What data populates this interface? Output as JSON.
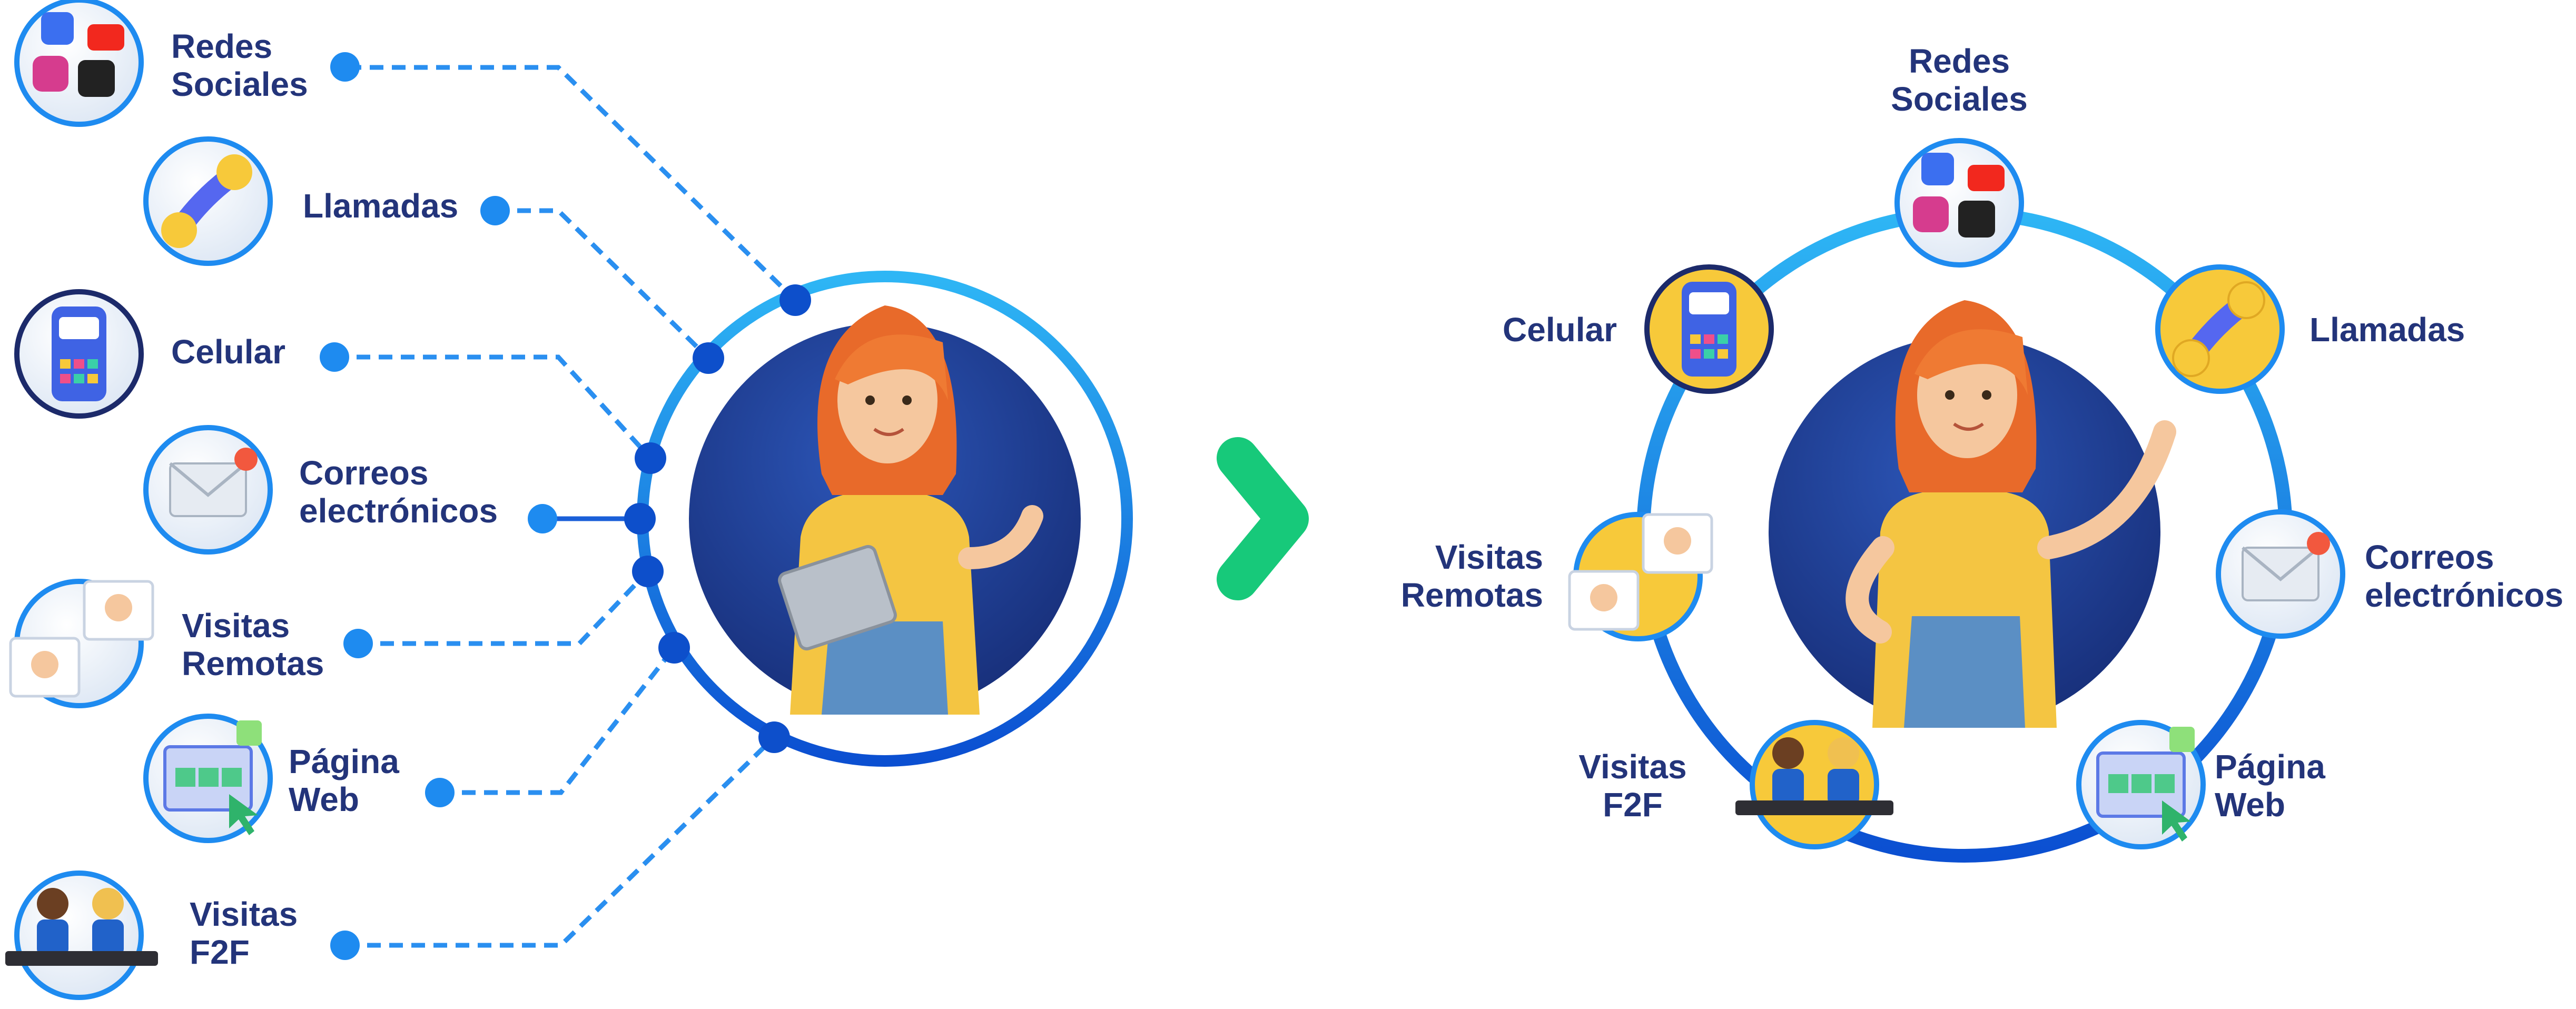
{
  "left_panel": {
    "channels": [
      {
        "id": "social",
        "lines": [
          "Redes",
          "Sociales"
        ],
        "icon": "social-media-icon"
      },
      {
        "id": "calls",
        "lines": [
          "Llamadas"
        ],
        "icon": "phone-icon"
      },
      {
        "id": "mobile",
        "lines": [
          "Celular"
        ],
        "icon": "mobile-phone-icon"
      },
      {
        "id": "email",
        "lines": [
          "Correos",
          "electrónicos"
        ],
        "icon": "envelope-icon"
      },
      {
        "id": "remote",
        "lines": [
          "Visitas",
          "Remotas"
        ],
        "icon": "video-call-icon"
      },
      {
        "id": "web",
        "lines": [
          "Página",
          "Web"
        ],
        "icon": "web-page-icon"
      },
      {
        "id": "f2f",
        "lines": [
          "Visitas",
          "F2F"
        ],
        "icon": "face-to-face-icon"
      }
    ]
  },
  "right_panel": {
    "channels": [
      {
        "id": "social",
        "lines": [
          "Redes",
          "Sociales"
        ],
        "icon": "social-media-icon"
      },
      {
        "id": "calls",
        "lines": [
          "Llamadas"
        ],
        "icon": "phone-icon"
      },
      {
        "id": "email",
        "lines": [
          "Correos",
          "electrónicos"
        ],
        "icon": "envelope-icon"
      },
      {
        "id": "web",
        "lines": [
          "Página",
          "Web"
        ],
        "icon": "web-page-icon"
      },
      {
        "id": "f2f",
        "lines": [
          "Visitas",
          "F2F"
        ],
        "icon": "face-to-face-icon"
      },
      {
        "id": "remote",
        "lines": [
          "Visitas",
          "Remotas"
        ],
        "icon": "video-call-icon"
      },
      {
        "id": "mobile",
        "lines": [
          "Celular"
        ],
        "icon": "mobile-phone-icon"
      }
    ]
  },
  "arrow_icon": "chevron-right-icon",
  "colors": {
    "label": "#23347a",
    "ring_blue": "#1b6fe0",
    "dot_blue": "#1e8bf0",
    "arrow_green": "#17c97a",
    "avatar_bg": "#1f3c8f",
    "yellow": "#f7c93a"
  }
}
